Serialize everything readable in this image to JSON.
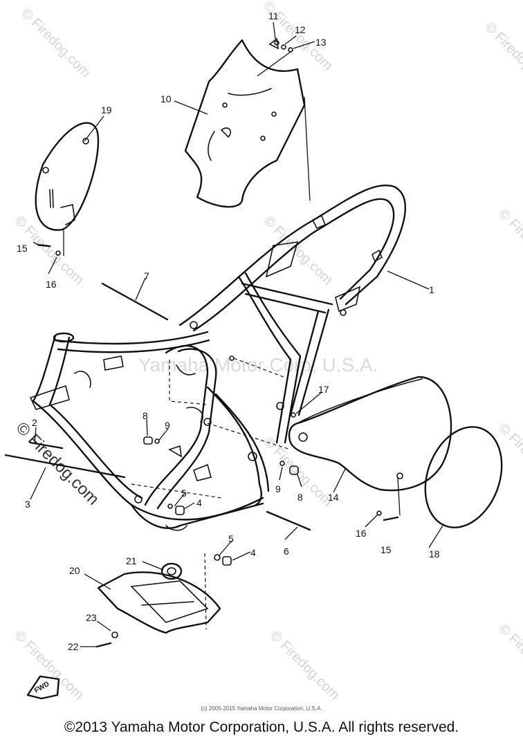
{
  "diagram": {
    "callouts": [
      "1",
      "2",
      "3",
      "4",
      "4",
      "5",
      "5",
      "6",
      "7",
      "8",
      "8",
      "9",
      "9",
      "10",
      "11",
      "12",
      "13",
      "14",
      "15",
      "15",
      "16",
      "16",
      "17",
      "18",
      "19",
      "20",
      "21",
      "22",
      "23"
    ],
    "fwd_label": "FWD"
  },
  "watermarks": {
    "center": "Yamaha Motor Corp, U.S.A.",
    "side": "© Firedog.com",
    "tile": "© Firedog.com"
  },
  "small_copyright": "(c) 2005-2015 Yamaha Motor Corporation, U.S.A.",
  "footer": "©2013 Yamaha Motor Corporation, U.S.A. All rights reserved."
}
